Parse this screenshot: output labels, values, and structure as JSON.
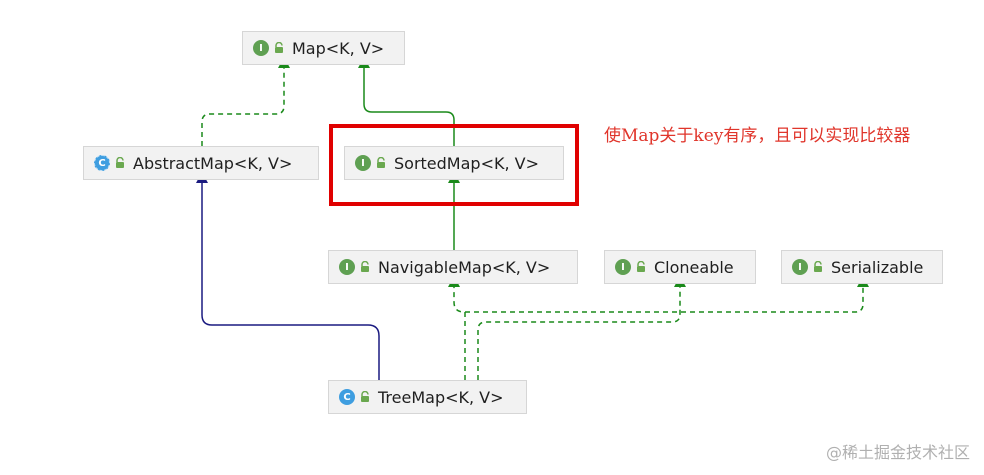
{
  "diagram": {
    "nodes": [
      {
        "id": "map",
        "label": "Map<K, V>",
        "kind": "interface",
        "icon": "interface-icon"
      },
      {
        "id": "abstract-map",
        "label": "AbstractMap<K, V>",
        "kind": "abstract-class",
        "icon": "abstract-class-icon"
      },
      {
        "id": "sorted-map",
        "label": "SortedMap<K, V>",
        "kind": "interface",
        "icon": "interface-icon"
      },
      {
        "id": "navigable-map",
        "label": "NavigableMap<K, V>",
        "kind": "interface",
        "icon": "interface-icon"
      },
      {
        "id": "cloneable",
        "label": "Cloneable",
        "kind": "interface",
        "icon": "interface-icon"
      },
      {
        "id": "serializable",
        "label": "Serializable",
        "kind": "interface",
        "icon": "interface-icon"
      },
      {
        "id": "tree-map",
        "label": "TreeMap<K, V>",
        "kind": "class",
        "icon": "class-icon"
      }
    ],
    "edges": [
      {
        "from": "abstract-map",
        "to": "map",
        "type": "implements"
      },
      {
        "from": "sorted-map",
        "to": "map",
        "type": "extends"
      },
      {
        "from": "navigable-map",
        "to": "sorted-map",
        "type": "extends"
      },
      {
        "from": "tree-map",
        "to": "abstract-map",
        "type": "class-extends"
      },
      {
        "from": "tree-map",
        "to": "navigable-map",
        "type": "implements"
      },
      {
        "from": "tree-map",
        "to": "cloneable",
        "type": "implements"
      },
      {
        "from": "tree-map",
        "to": "serializable",
        "type": "implements"
      }
    ],
    "badge_letters": {
      "interface": "I",
      "class": "C",
      "abstract": "C"
    },
    "colors": {
      "interface_edge": "#1a8a1a",
      "class_edge": "#1a1a80",
      "highlight": "#e00000",
      "note_text": "#e0352b",
      "node_bg": "#f2f2f2"
    }
  },
  "annotation": {
    "text": "使Map关于key有序，且可以实现比较器"
  },
  "watermark": {
    "text": "@稀土掘金技术社区"
  }
}
